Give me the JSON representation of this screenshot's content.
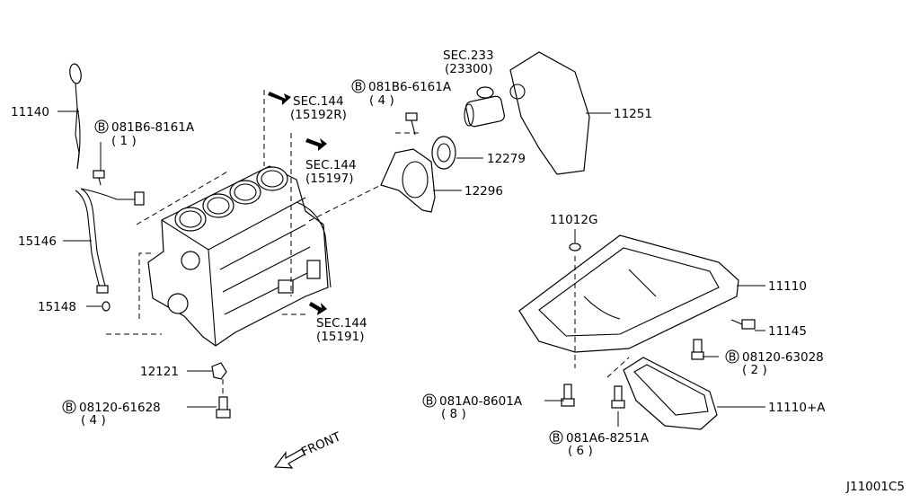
{
  "callouts": {
    "p11140": "11140",
    "b_8161a": "081B6-8161A",
    "b_8161a_qty": "( 1 )",
    "p15146": "15146",
    "p15148": "15148",
    "sec144_1": "SEC.144",
    "sec144_1_sub": "(15192R)",
    "sec144_2": "SEC.144",
    "sec144_2_sub": "(15197)",
    "sec144_3": "SEC.144",
    "sec144_3_sub": "(15191)",
    "b_6161a": "081B6-6161A",
    "b_6161a_qty": "( 4 )",
    "sec233": "SEC.233",
    "sec233_sub": "(23300)",
    "p11251": "11251",
    "p12279": "12279",
    "p12296": "12296",
    "p11012g": "11012G",
    "p11110": "11110",
    "p11145": "11145",
    "b_63028": "08120-63028",
    "b_63028_qty": "( 2 )",
    "p12121": "12121",
    "b_61628": "08120-61628",
    "b_61628_qty": "( 4 )",
    "b_8601a": "081A0-8601A",
    "b_8601a_qty": "( 8 )",
    "p11110a": "11110+A",
    "b_8251a": "081A6-8251A",
    "b_8251a_qty": "( 6 )",
    "front": "FRONT",
    "bolt_marker": "B"
  },
  "diagram_code": "J11001C5"
}
